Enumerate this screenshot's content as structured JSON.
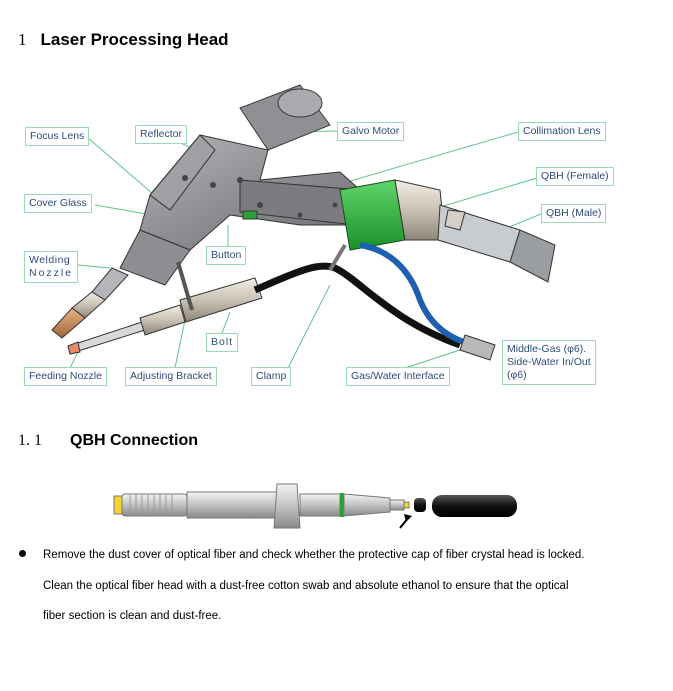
{
  "section": {
    "number": "1",
    "title": "Laser Processing Head"
  },
  "labels": {
    "focus_lens": "Focus Lens",
    "reflector": "Reflector",
    "galvo_motor": "Galvo Motor",
    "collimation_lens": "Collimation Lens",
    "qbh_female": "QBH (Female)",
    "qbh_male": "QBH (Male)",
    "cover_glass": "Cover Glass",
    "welding_nozzle_line1": "Welding",
    "welding_nozzle_line2": "Nozzle",
    "button": "Button",
    "bolt": "Bolt",
    "feeding_nozzle": "Feeding Nozzle",
    "adjusting_bracket": "Adjusting Bracket",
    "clamp": "Clamp",
    "gas_water_interface": "Gas/Water Interface",
    "middle_gas_line1": "Middle-Gas (φ6).",
    "middle_gas_line2": "Side-Water In/Out",
    "middle_gas_line3": "(φ6)"
  },
  "subsection": {
    "number": "1. 1",
    "title": "QBH Connection"
  },
  "paragraph": {
    "line1": "Remove the dust cover of optical fiber and check whether the protective cap of fiber crystal head is locked.",
    "line2": "Clean the optical fiber head with a dust-free cotton swab and absolute ethanol to ensure that the optical",
    "line3": "fiber section is clean and dust-free."
  }
}
